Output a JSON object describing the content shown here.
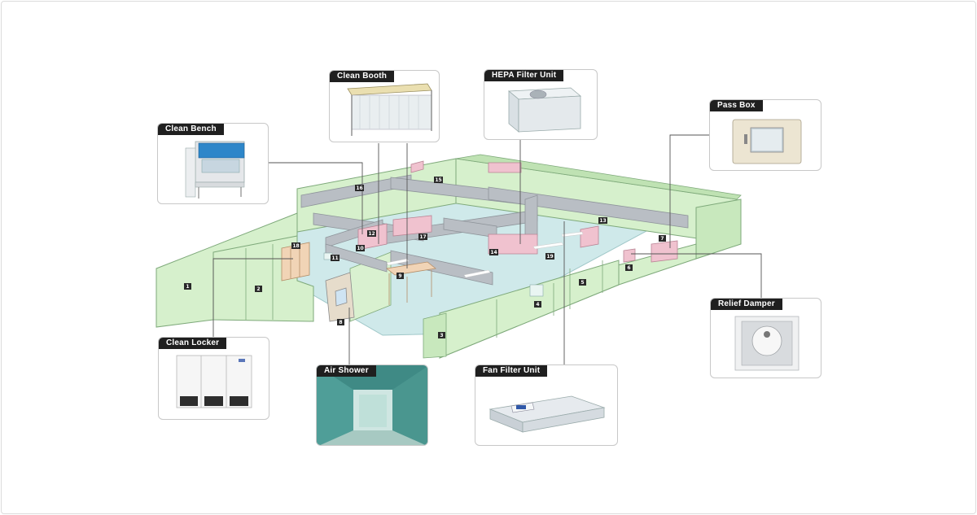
{
  "labels": {
    "clean_booth": "Clean Booth",
    "hepa_filter_unit": "HEPA Filter Unit",
    "pass_box": "Pass Box",
    "clean_bench": "Clean Bench",
    "relief_damper": "Relief Damper",
    "clean_locker": "Clean Locker",
    "air_shower": "Air Shower",
    "fan_filter_unit": "Fan Filter Unit"
  },
  "markers": [
    "1",
    "2",
    "3",
    "4",
    "5",
    "6",
    "7",
    "8",
    "9",
    "10",
    "11",
    "12",
    "13",
    "14",
    "15",
    "16",
    "17",
    "18",
    "19"
  ],
  "colors": {
    "wall": "#d6f0cc",
    "wall_edge": "#7ea97a",
    "floor": "#cfe9ea",
    "duct": "#b9bec4",
    "unit_pink": "#f0c2cf",
    "locker_tan": "#f1d4b6",
    "label_bg": "#1f1f1f",
    "marker_bg": "#2a2a2a"
  }
}
